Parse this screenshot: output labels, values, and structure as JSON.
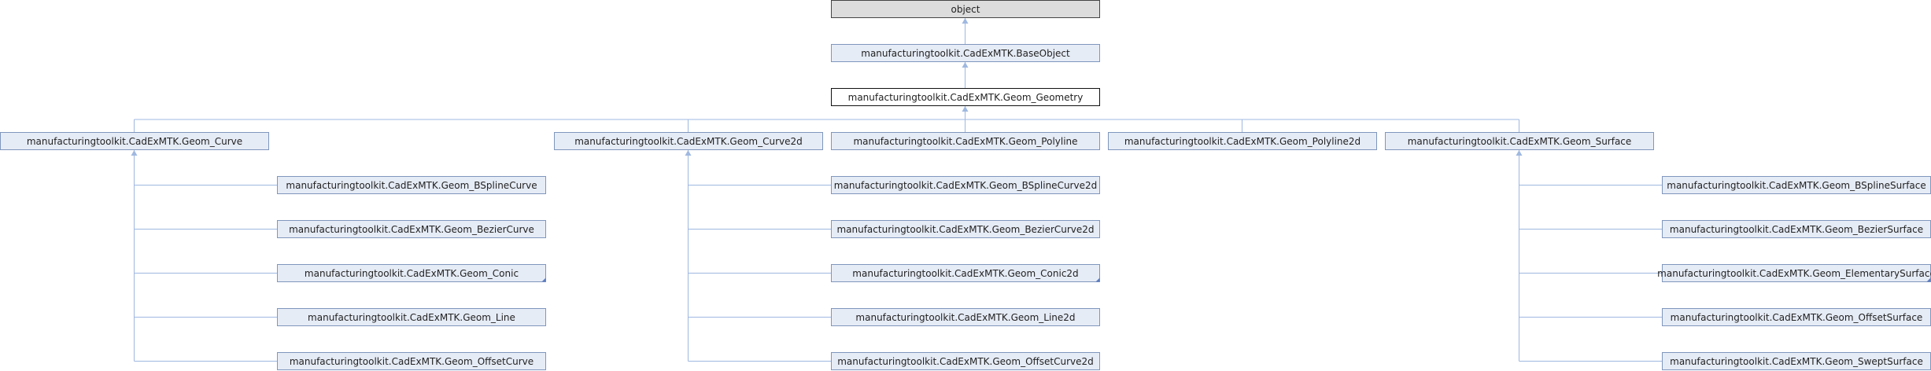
{
  "diagram": {
    "type": "class-inheritance",
    "nodes": {
      "object": "object",
      "base_object": "manufacturingtoolkit.CadExMTK.BaseObject",
      "geom_geometry": "manufacturingtoolkit.CadExMTK.Geom_Geometry",
      "geom_curve": "manufacturingtoolkit.CadExMTK.Geom_Curve",
      "geom_curve2d": "manufacturingtoolkit.CadExMTK.Geom_Curve2d",
      "geom_polyline": "manufacturingtoolkit.CadExMTK.Geom_Polyline",
      "geom_polyline2d": "manufacturingtoolkit.CadExMTK.Geom_Polyline2d",
      "geom_surface": "manufacturingtoolkit.CadExMTK.Geom_Surface",
      "geom_bsplinecurve": "manufacturingtoolkit.CadExMTK.Geom_BSplineCurve",
      "geom_beziercurve": "manufacturingtoolkit.CadExMTK.Geom_BezierCurve",
      "geom_conic": "manufacturingtoolkit.CadExMTK.Geom_Conic",
      "geom_line": "manufacturingtoolkit.CadExMTK.Geom_Line",
      "geom_offsetcurve": "manufacturingtoolkit.CadExMTK.Geom_OffsetCurve",
      "geom_bsplinecurve2d": "manufacturingtoolkit.CadExMTK.Geom_BSplineCurve2d",
      "geom_beziercurve2d": "manufacturingtoolkit.CadExMTK.Geom_BezierCurve2d",
      "geom_conic2d": "manufacturingtoolkit.CadExMTK.Geom_Conic2d",
      "geom_line2d": "manufacturingtoolkit.CadExMTK.Geom_Line2d",
      "geom_offsetcurve2d": "manufacturingtoolkit.CadExMTK.Geom_OffsetCurve2d",
      "geom_bsplinesurface": "manufacturingtoolkit.CadExMTK.Geom_BSplineSurface",
      "geom_beziersurface": "manufacturingtoolkit.CadExMTK.Geom_BezierSurface",
      "geom_elementarysurface": "manufacturingtoolkit.CadExMTK.Geom_ElementarySurface",
      "geom_offsetsurface": "manufacturingtoolkit.CadExMTK.Geom_OffsetSurface",
      "geom_sweptsurface": "manufacturingtoolkit.CadExMTK.Geom_SweptSurface"
    },
    "edges": [
      [
        "base_object",
        "object"
      ],
      [
        "geom_geometry",
        "base_object"
      ],
      [
        "geom_curve",
        "geom_geometry"
      ],
      [
        "geom_curve2d",
        "geom_geometry"
      ],
      [
        "geom_polyline",
        "geom_geometry"
      ],
      [
        "geom_polyline2d",
        "geom_geometry"
      ],
      [
        "geom_surface",
        "geom_geometry"
      ],
      [
        "geom_bsplinecurve",
        "geom_curve"
      ],
      [
        "geom_beziercurve",
        "geom_curve"
      ],
      [
        "geom_conic",
        "geom_curve"
      ],
      [
        "geom_line",
        "geom_curve"
      ],
      [
        "geom_offsetcurve",
        "geom_curve"
      ],
      [
        "geom_bsplinecurve2d",
        "geom_curve2d"
      ],
      [
        "geom_beziercurve2d",
        "geom_curve2d"
      ],
      [
        "geom_conic2d",
        "geom_curve2d"
      ],
      [
        "geom_line2d",
        "geom_curve2d"
      ],
      [
        "geom_offsetcurve2d",
        "geom_curve2d"
      ],
      [
        "geom_bsplinesurface",
        "geom_surface"
      ],
      [
        "geom_beziersurface",
        "geom_surface"
      ],
      [
        "geom_elementarysurface",
        "geom_surface"
      ],
      [
        "geom_offsetsurface",
        "geom_surface"
      ],
      [
        "geom_sweptsurface",
        "geom_surface"
      ]
    ],
    "root_node": "object",
    "current_node": "geom_geometry",
    "nodes_with_more_subclasses": [
      "geom_conic",
      "geom_conic2d",
      "geom_elementarysurface"
    ],
    "colors": {
      "node_fill": "#e6ecf6",
      "node_border": "#7f96bd",
      "edge": "#9fb8e0",
      "root_fill": "#dcdcdc",
      "current_fill": "#ffffff"
    }
  }
}
